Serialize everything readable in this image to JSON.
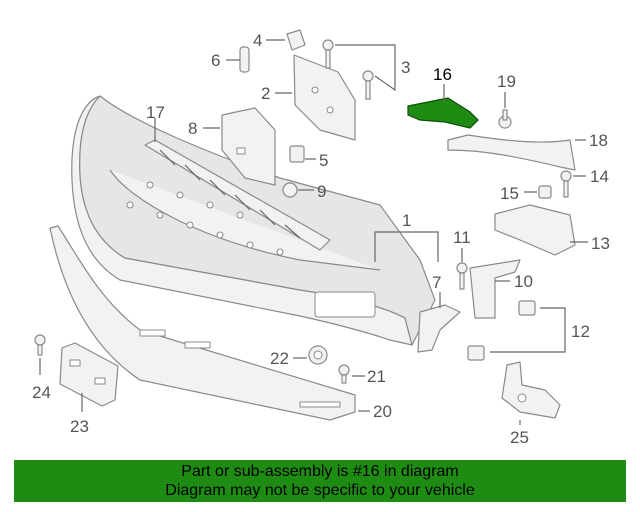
{
  "callouts": {
    "c1": "1",
    "c2": "2",
    "c3": "3",
    "c4": "4",
    "c5": "5",
    "c6": "6",
    "c7": "7",
    "c8": "8",
    "c9": "9",
    "c10": "10",
    "c11": "11",
    "c12": "12",
    "c13": "13",
    "c14": "14",
    "c15": "15",
    "c16": "16",
    "c17": "17",
    "c18": "18",
    "c19": "19",
    "c20": "20",
    "c21": "21",
    "c22": "22",
    "c23": "23",
    "c24": "24",
    "c25": "25"
  },
  "highlight": {
    "part_number": "16",
    "color": "#1e8c12"
  },
  "banner": {
    "line1": "Part or sub-assembly is #16 in diagram",
    "line2": "Diagram may not be specific to your vehicle",
    "background": "#1e8c12"
  }
}
